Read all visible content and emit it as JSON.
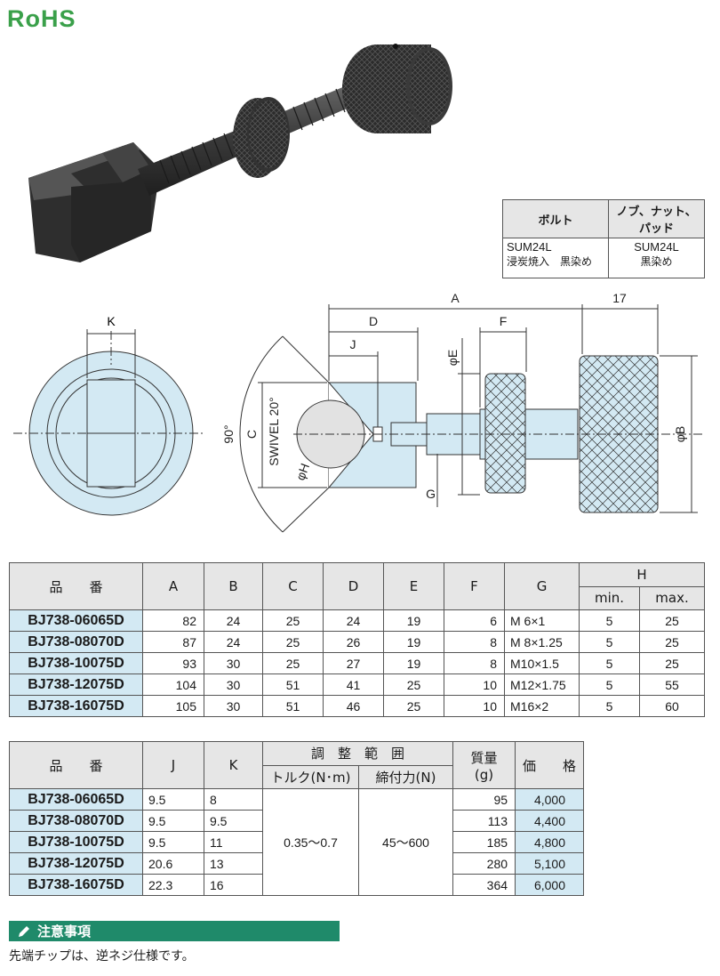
{
  "logo": "RoHS",
  "material_table": {
    "headers": [
      "ボルト",
      "ノブ、ナット、パッド"
    ],
    "bolt_line1": "SUM24L",
    "bolt_line2": "浸炭焼入　黒染め",
    "knob_line1": "SUM24L",
    "knob_line2": "黒染め"
  },
  "drawing_labels": {
    "K": "K",
    "A": "A",
    "dim17": "17",
    "D": "D",
    "J": "J",
    "F": "F",
    "phiE": "φE",
    "phiB": "φB",
    "C": "C",
    "angle90": "90°",
    "swivel": "SWIVEL 20°",
    "phiH": "φH",
    "G": "G"
  },
  "table1": {
    "headers": {
      "part": "品　　番",
      "A": "A",
      "B": "B",
      "C": "C",
      "D": "D",
      "E": "E",
      "F": "F",
      "G": "G",
      "H": "H",
      "H_min": "min.",
      "H_max": "max."
    },
    "rows": [
      {
        "part": "BJ738-06065D",
        "A": "82",
        "B": "24",
        "C": "25",
        "D": "24",
        "E": "19",
        "F": "6",
        "G": "M  6×1",
        "Hmin": "5",
        "Hmax": "25"
      },
      {
        "part": "BJ738-08070D",
        "A": "87",
        "B": "24",
        "C": "25",
        "D": "26",
        "E": "19",
        "F": "8",
        "G": "M  8×1.25",
        "Hmin": "5",
        "Hmax": "25"
      },
      {
        "part": "BJ738-10075D",
        "A": "93",
        "B": "30",
        "C": "25",
        "D": "27",
        "E": "19",
        "F": "8",
        "G": "M10×1.5",
        "Hmin": "5",
        "Hmax": "25"
      },
      {
        "part": "BJ738-12075D",
        "A": "104",
        "B": "30",
        "C": "51",
        "D": "41",
        "E": "25",
        "F": "10",
        "G": "M12×1.75",
        "Hmin": "5",
        "Hmax": "55"
      },
      {
        "part": "BJ738-16075D",
        "A": "105",
        "B": "30",
        "C": "51",
        "D": "46",
        "E": "25",
        "F": "10",
        "G": "M16×2",
        "Hmin": "5",
        "Hmax": "60"
      }
    ]
  },
  "table2": {
    "headers": {
      "part": "品　　番",
      "J": "J",
      "K": "K",
      "adjust": "調　整　範　囲",
      "torque": "トルク(N･m)",
      "clamp": "締付力(N)",
      "mass": "質量",
      "mass_unit": "(g)",
      "price": "価　　格"
    },
    "torque_range": "0.35～0.7",
    "clamp_range": "45～600",
    "rows": [
      {
        "part": "BJ738-06065D",
        "J": "9.5",
        "K": "8",
        "mass": "95",
        "price": "4,000"
      },
      {
        "part": "BJ738-08070D",
        "J": "9.5",
        "K": "9.5",
        "mass": "113",
        "price": "4,400"
      },
      {
        "part": "BJ738-10075D",
        "J": "9.5",
        "K": "11",
        "mass": "185",
        "price": "4,800"
      },
      {
        "part": "BJ738-12075D",
        "J": "20.6",
        "K": "13",
        "mass": "280",
        "price": "5,100"
      },
      {
        "part": "BJ738-16075D",
        "J": "22.3",
        "K": "16",
        "mass": "364",
        "price": "6,000"
      }
    ]
  },
  "caution": {
    "title": "注意事項",
    "icon": "pencil-icon",
    "note": "先端チップは、逆ネジ仕様です。"
  }
}
